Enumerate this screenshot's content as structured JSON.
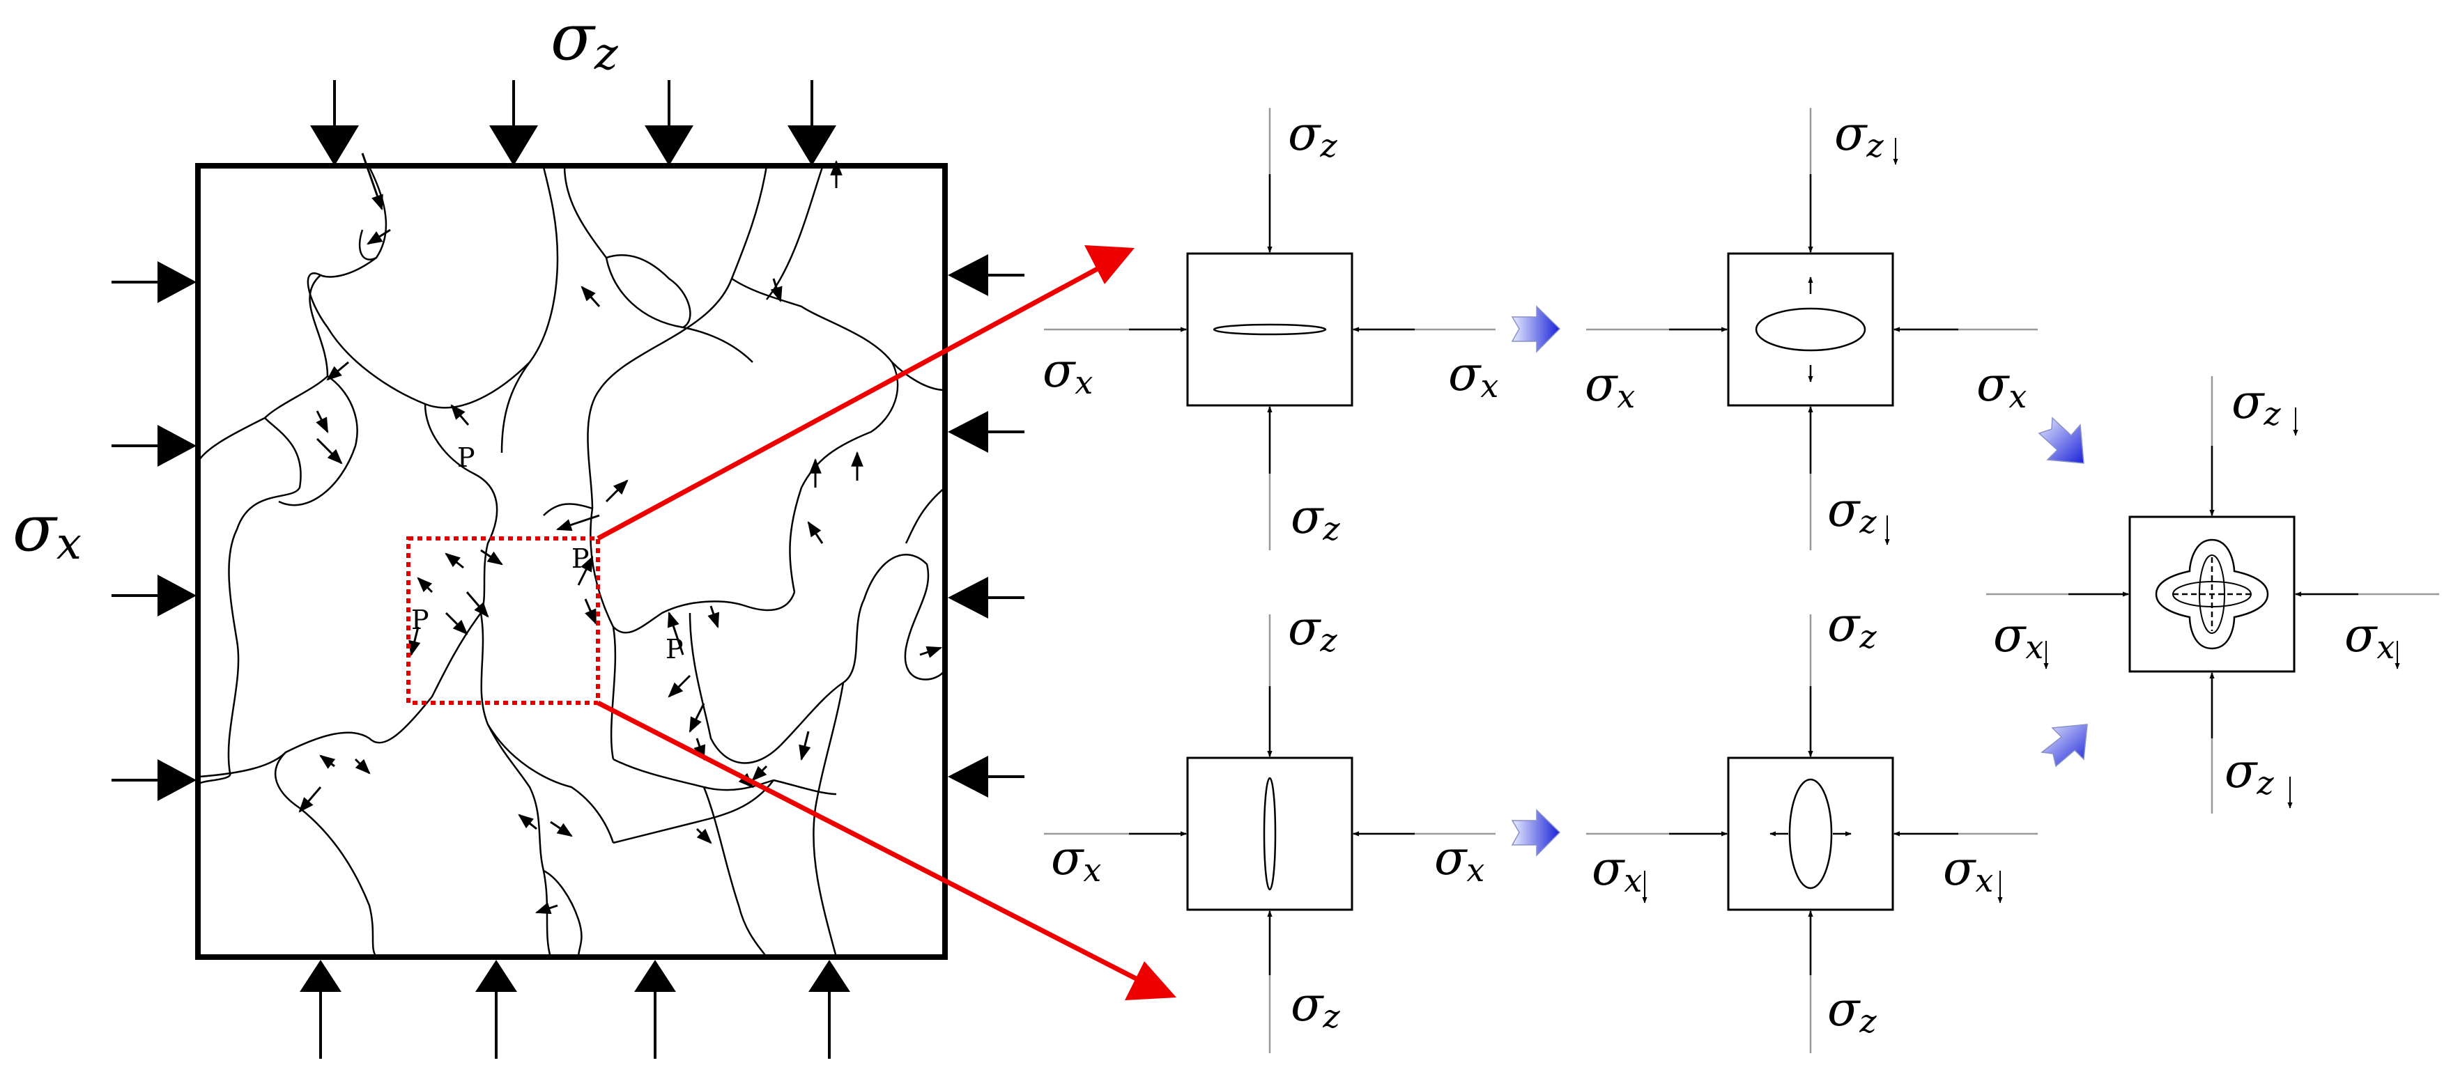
{
  "labels": {
    "sigma": "σ",
    "z": "z",
    "x": "x",
    "p": "P"
  },
  "colors": {
    "line": "#000000",
    "zoom_box": "#e00000",
    "zoom_arrow": "#ee0000",
    "flow_arrow_light": "#e8ecff",
    "flow_arrow_dark": "#1a22d8",
    "axis_gray": "#999999"
  },
  "icons": {
    "flow_arrow": "blue-gradient-arrow-icon",
    "load_arrow": "solid-triangle-arrow-icon"
  }
}
